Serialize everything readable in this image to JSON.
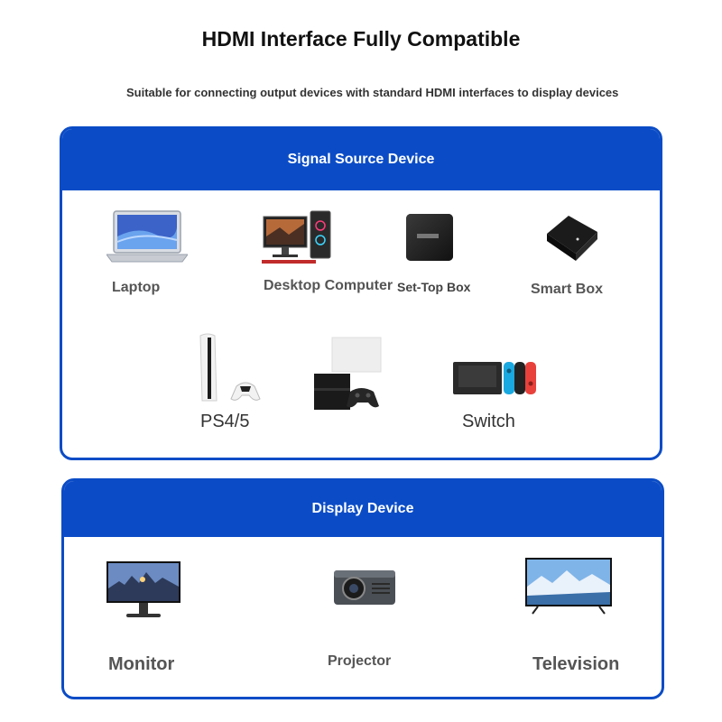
{
  "header": {
    "title": "HDMI Interface Fully Compatible",
    "subtitle": "Suitable for connecting output devices with standard HDMI interfaces to display devices"
  },
  "source_panel": {
    "title": "Signal Source Device",
    "devices": [
      {
        "label": "Laptop",
        "icon": "laptop-icon"
      },
      {
        "label": "Desktop Computer",
        "icon": "desktop-computer-icon"
      },
      {
        "label": "Set-Top Box",
        "icon": "set-top-box-icon"
      },
      {
        "label": "Smart Box",
        "icon": "smart-box-icon"
      },
      {
        "label": "PS4/5",
        "icon": "ps5-console-icon"
      },
      {
        "label": "",
        "icon": "ps4-console-icon"
      },
      {
        "label": "Switch",
        "icon": "nintendo-switch-icon"
      }
    ]
  },
  "display_panel": {
    "title": "Display Device",
    "devices": [
      {
        "label": "Monitor",
        "icon": "monitor-icon"
      },
      {
        "label": "Projector",
        "icon": "projector-icon"
      },
      {
        "label": "Television",
        "icon": "television-icon"
      }
    ]
  },
  "colors": {
    "accent": "#0b4cc6",
    "label_gray": "#555555",
    "title": "#111111"
  }
}
